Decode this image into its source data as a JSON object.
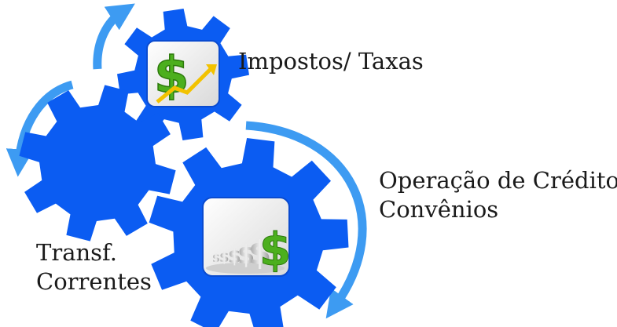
{
  "labels": {
    "impostos": "Impostos/ Taxas",
    "operacao_line1": "Operação de Crédito/",
    "operacao_line2": "Convênios",
    "transf_line1": "Transf.",
    "transf_line2": "Correntes"
  },
  "icons": {
    "top_gear_icon": "dollar-growth-icon",
    "bottom_gear_icon": "dollar-stack-icon"
  },
  "colors": {
    "gear": "#0b5cf2",
    "arrow": "#3d9bf2",
    "dollar_green": "#4caf1e",
    "growth_arrow": "#f2c200",
    "text": "#1a1a1a"
  }
}
